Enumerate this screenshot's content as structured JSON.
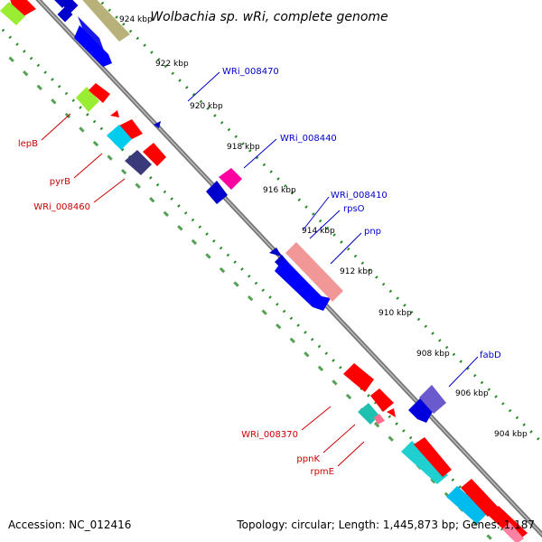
{
  "title": "Wolbachia sp. wRi, complete genome",
  "footer": {
    "accession": "Accession: NC_012416",
    "topology": "Topology: circular; Length: 1,445,873 bp; Genes: 1,187"
  },
  "ticks": [
    "924 kbp",
    "922 kbp",
    "920 kbp",
    "918 kbp",
    "916 kbp",
    "914 kbp",
    "912 kbp",
    "910 kbp",
    "908 kbp",
    "906 kbp",
    "904 kbp"
  ],
  "labels_forward": [
    "WRi_008470",
    "WRi_008440",
    "WRi_008410",
    "rpsO",
    "pnp",
    "fabD"
  ],
  "labels_reverse": [
    "lepB",
    "pyrB",
    "WRi_008460",
    "WRi_008370",
    "ppnK",
    "rpmE"
  ],
  "colors": {
    "forward": "#0000cc",
    "reverse": "#cc0000",
    "backbone": "#808080",
    "dotted_ring": "#2a8a2a"
  }
}
